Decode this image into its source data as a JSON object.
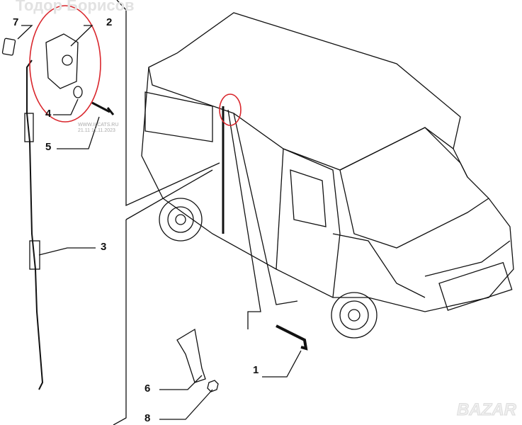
{
  "watermark": "Тодор Борисов",
  "site_stamp": {
    "site": "WWW.ILCATS.RU",
    "date": "21.11 11.11.2023"
  },
  "bazar_logo": "BAZAR",
  "callouts": [
    "7",
    "2",
    "4",
    "5",
    "3",
    "1",
    "6",
    "8"
  ],
  "highlight_color": "#d9262c"
}
